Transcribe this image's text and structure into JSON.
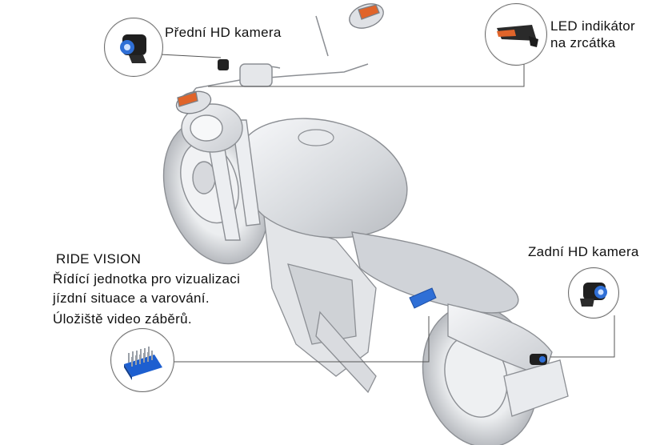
{
  "labels": {
    "front_camera": "Přední HD kamera",
    "led_indicator_line1": "LED indikátor",
    "led_indicator_line2": "na zrcátka",
    "rear_camera": "Zadní HD kamera",
    "ride_vision_title": "RIDE VISION",
    "ride_vision_line1": "Řídící jednotka pro vizualizaci",
    "ride_vision_line2": "jízdní situace a varování.",
    "ride_vision_line3": "Úložiště video záběrů."
  },
  "colors": {
    "camera_blue": "#2f6fd6",
    "led_orange": "#e0642a",
    "leader_line": "#555555",
    "motorcycle_outline": "#8c8f94"
  },
  "icons": {
    "front_camera": "front-camera-icon",
    "led_indicator": "led-indicator-icon",
    "rear_camera": "rear-camera-icon",
    "control_unit": "control-unit-icon"
  }
}
